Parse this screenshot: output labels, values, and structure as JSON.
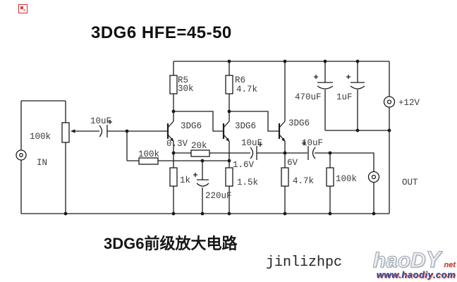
{
  "title": "3DG6 HFE=45-50",
  "caption": "3DG6前级放大电路",
  "author": "jinlizhpc",
  "watermark": {
    "brand": "haoD",
    "brand_y": "Y",
    "suffix": "net",
    "url": "www.haodiy.com"
  },
  "colors": {
    "wire": "#1b1b1b",
    "label": "#3a3a3a",
    "accent_red": "#cf2c2c"
  },
  "schematic": {
    "type": "transistor preamplifier schematic",
    "supply": "+12V",
    "labels": {
      "r5_name": "R5",
      "r5_value": "30k",
      "r6_name": "R6",
      "r6_value": "4.7k",
      "cap_470": "470uF",
      "cap_1": "1uF",
      "v_supply": "+12V",
      "cap_in": "10uF",
      "pot_value": "100k",
      "in_terminal": "IN",
      "q1_type": "3DG6",
      "q2_type": "3DG6",
      "q3_type": "3DG6",
      "v_q1_emitter": "0.3V",
      "r_feedback_20k": "20k",
      "cap_mid": "10uF",
      "cap_out": "10uF",
      "v_q2_emitter": "1.6V",
      "v_q3_emitter": "6V",
      "r_bias_100k": "100k",
      "r_1k": "1k",
      "cap_220": "220uF",
      "r_15k": "1.5k",
      "r_47k": "4.7k",
      "r_load_100k": "100k",
      "out_terminal": "OUT"
    }
  }
}
